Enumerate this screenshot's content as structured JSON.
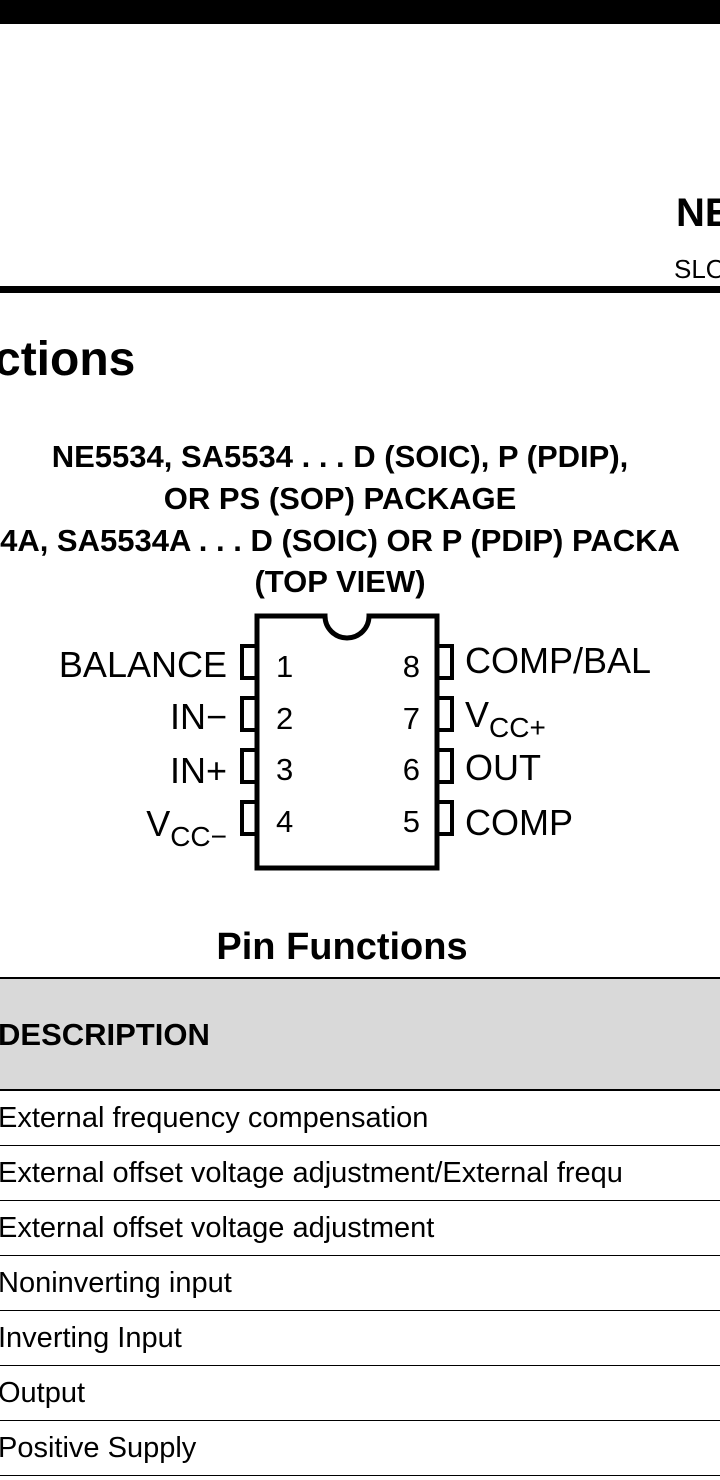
{
  "header": {
    "part_number": "NE",
    "doc_number": "SLO"
  },
  "section": {
    "title": "ctions"
  },
  "package": {
    "line1": "NE5534, SA5534 . . . D (SOIC), P (PDIP),",
    "line2": "OR PS (SOP) PACKAGE",
    "line3": "4A, SA5534A . . . D (SOIC) OR P (PDIP) PACKA",
    "line4": "(TOP VIEW)"
  },
  "pinout": {
    "left_pins": [
      {
        "number": "1",
        "name": "BALANCE"
      },
      {
        "number": "2",
        "name": "IN−"
      },
      {
        "number": "3",
        "name": "IN+"
      },
      {
        "number": "4",
        "name": "V",
        "sub": "CC−"
      }
    ],
    "right_pins": [
      {
        "number": "8",
        "name": "COMP/BAL"
      },
      {
        "number": "7",
        "name": "V",
        "sub": "CC+"
      },
      {
        "number": "6",
        "name": "OUT"
      },
      {
        "number": "5",
        "name": "COMP"
      }
    ]
  },
  "pin_functions": {
    "title": "Pin Functions",
    "column_header": "DESCRIPTION",
    "rows": [
      "External frequency compensation",
      "External offset voltage adjustment/External frequ",
      "External offset voltage adjustment",
      "Noninverting input",
      "Inverting Input",
      "Output",
      "Positive Supply"
    ]
  }
}
